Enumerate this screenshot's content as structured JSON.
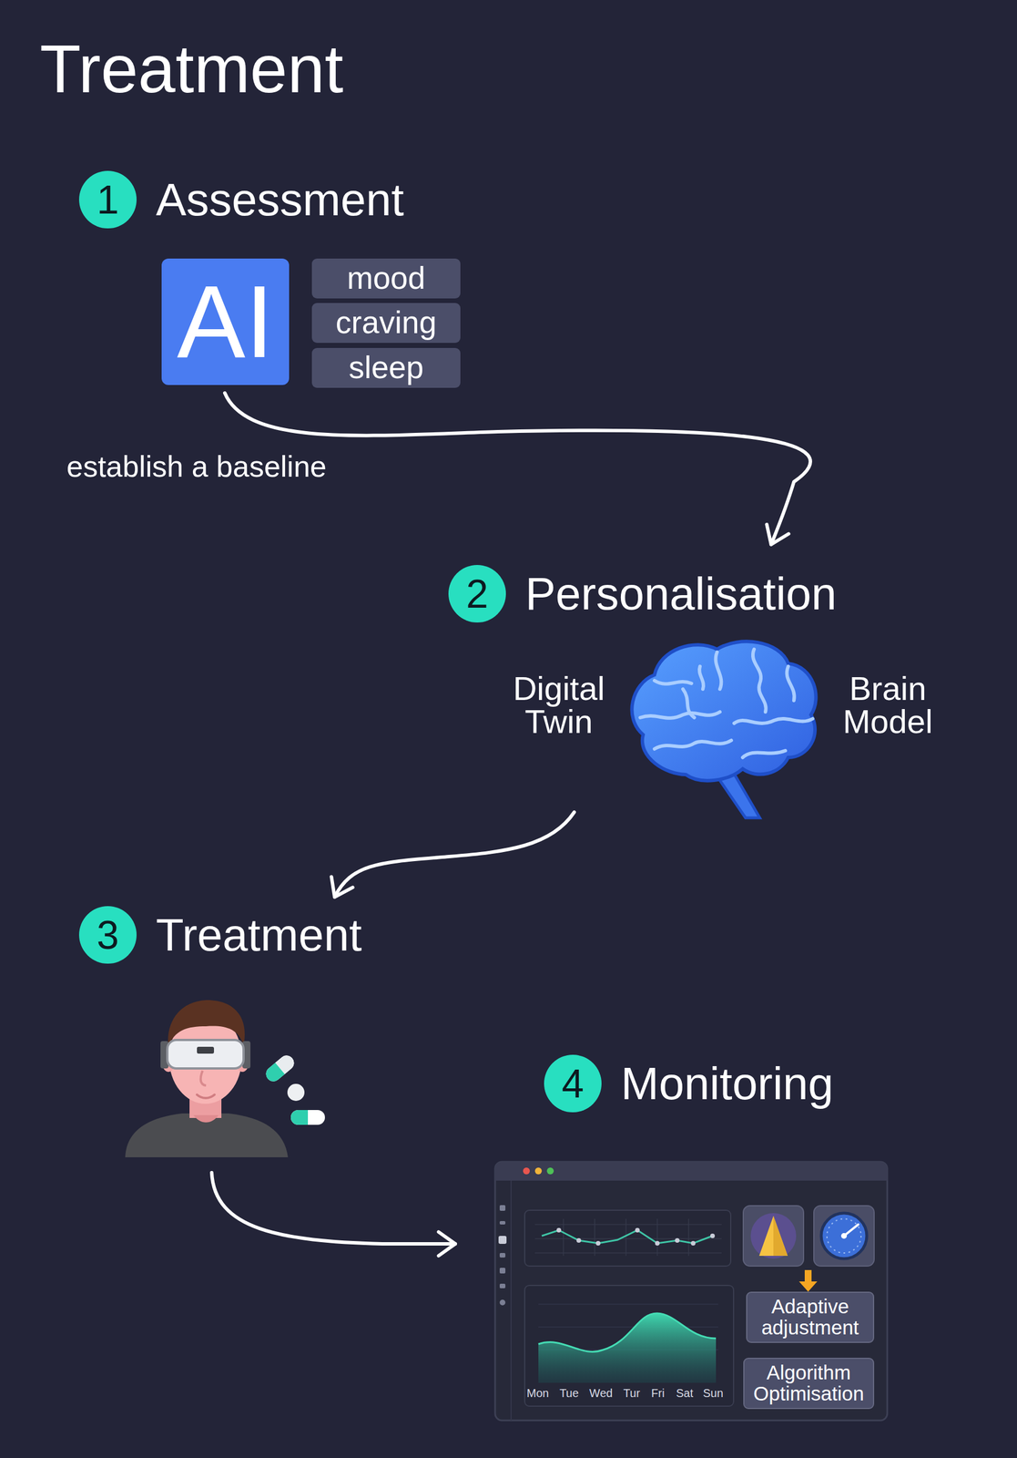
{
  "diagram": {
    "title": "Treatment",
    "nodes": [
      {
        "text": [
          "1",
          "Assessment"
        ]
      },
      {
        "text": [
          "AI"
        ]
      },
      {
        "text": [
          "mood"
        ]
      },
      {
        "text": [
          "craving"
        ]
      },
      {
        "text": [
          "sleep"
        ]
      },
      {
        "text": [
          "2",
          "Personalisation"
        ]
      },
      {
        "text": [
          "3",
          "Treatment"
        ]
      },
      {
        "text": [
          "4",
          "Monitoring"
        ]
      },
      {
        "text": [
          "Adaptive adjustment"
        ],
        "in": 7
      },
      {
        "text": [
          "Algorithm Optimisation"
        ],
        "in": 7
      }
    ],
    "edges": [
      {
        "from": 1,
        "to": 5,
        "arrow": "to"
      },
      {
        "from": 5,
        "to": 6,
        "arrow": "to"
      },
      {
        "from": 6,
        "to": 7,
        "arrow": "to"
      }
    ],
    "labels": [
      "establish a baseline",
      "Digital Twin",
      "Brain Model",
      "Mon",
      "Tue",
      "Wed",
      "Tur",
      "Fri",
      "Sat",
      "Sun"
    ]
  }
}
